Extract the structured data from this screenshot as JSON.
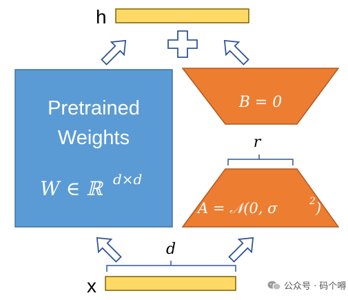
{
  "labels": {
    "h": "h",
    "x": "x",
    "pretrained_line1": "Pretrained",
    "pretrained_line2": "Weights",
    "w_expr": "W ∈ ℝ",
    "w_sup": "d×d",
    "b_expr": "B = 0",
    "a_expr": "A = 𝒩(0, σ",
    "a_sup": "2",
    "a_close": ")",
    "r": "r",
    "d": "d"
  },
  "watermark": {
    "text": "公众号 · 码个嘚",
    "icon": "wechat-icon"
  },
  "colors": {
    "weights_fill": "#5b9bd5",
    "weights_stroke": "#41719c",
    "lora_fill": "#ed7d31",
    "lora_stroke": "#ae5a21",
    "vector_fill": "#ffd966",
    "vector_stroke": "#7f6000",
    "arrow_stroke": "#2f5597"
  }
}
